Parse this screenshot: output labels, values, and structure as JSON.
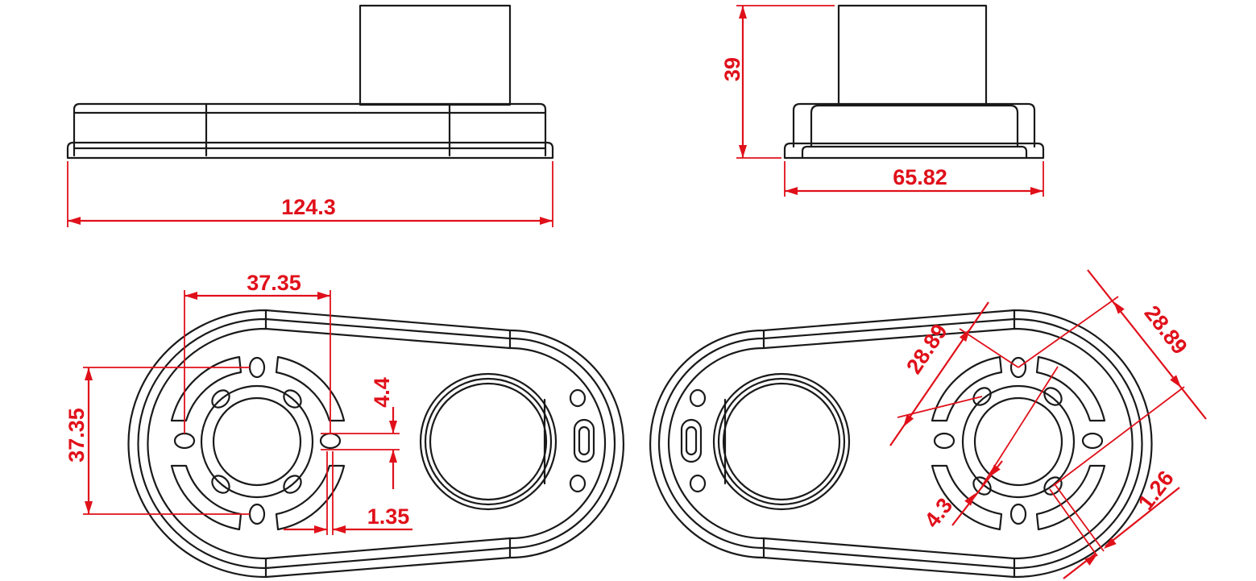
{
  "colors": {
    "dimension": "#e0101a",
    "outline": "#1a1a1a",
    "background": "#ffffff"
  },
  "views": {
    "front": {
      "width_label": "124.3"
    },
    "side": {
      "height_label": "39",
      "width_label": "65.82"
    },
    "bottom_left": {
      "horizontal_spacing_label": "37.35",
      "vertical_spacing_label": "37.35",
      "slot_length_label": "4.4",
      "slot_width_label": "1.35"
    },
    "bottom_right": {
      "diagonal_spacing_label_1": "28.89",
      "diagonal_spacing_label_2": "28.89",
      "slot_length_label": "4.3",
      "slot_width_label": "1.26"
    }
  }
}
